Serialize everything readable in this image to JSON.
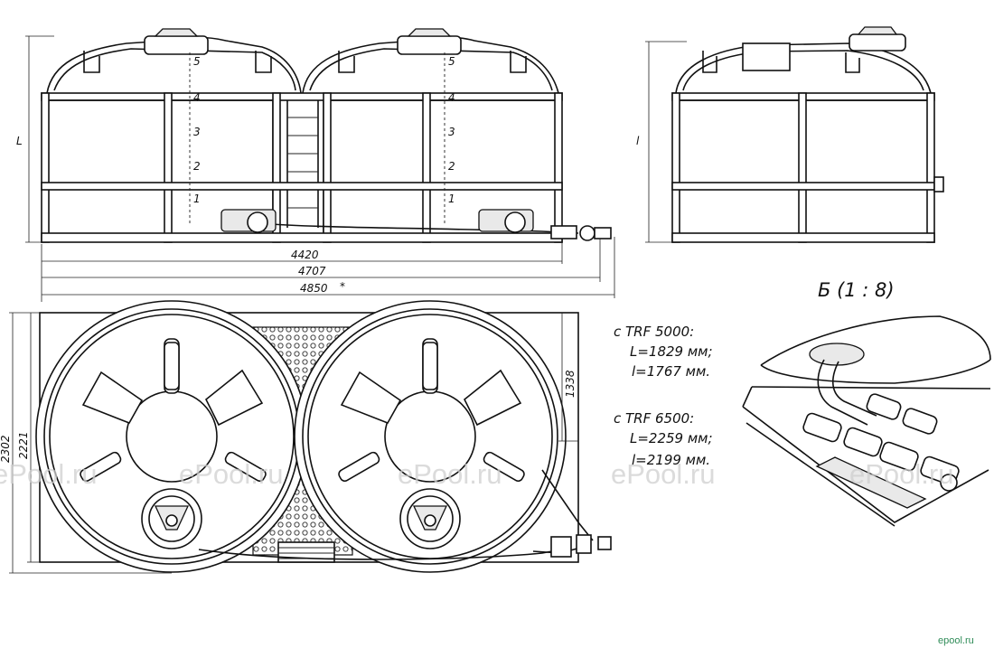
{
  "dimensions": {
    "front_height": "L",
    "side_height": "l",
    "width_inner": "4420",
    "width_mid": "4707",
    "width_total": "4850",
    "width_total_mark": "*",
    "plan_height_total": "2302",
    "plan_height_inner": "2221",
    "plan_half": "1338"
  },
  "scale_ticks": [
    "5",
    "4",
    "3",
    "2",
    "1"
  ],
  "detail_title": "Б (1 : 8)",
  "notes": {
    "trf5000": {
      "title": "с TRF 5000:",
      "L": "L=1829 мм;",
      "l": "l=1767 мм."
    },
    "trf6500": {
      "title": "с TRF 6500:",
      "L": "L=2259 мм;",
      "l": "l=2199 мм."
    }
  },
  "watermarks": [
    "ePool.ru",
    "ePool.ru",
    "ePool.ru",
    "ePool.ru",
    "ePool.ru"
  ],
  "corner_mark": "epool.ru"
}
